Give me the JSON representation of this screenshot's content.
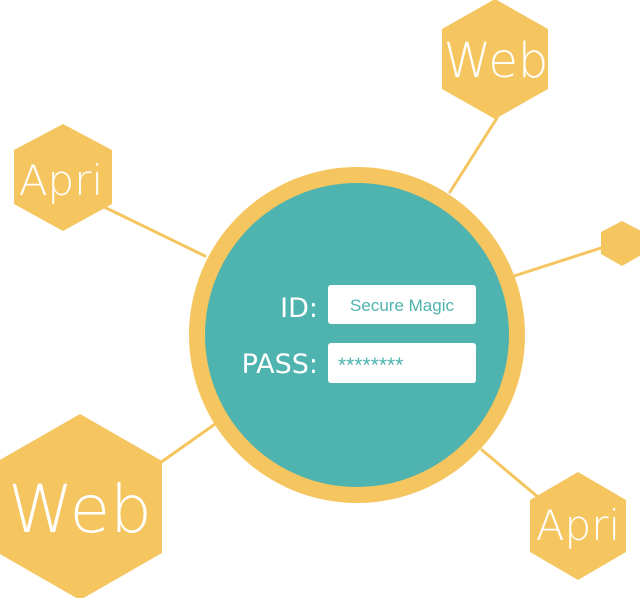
{
  "colors": {
    "hexagon": "#f5c55f",
    "connector": "#f5c55f",
    "ring": "#f5c55f",
    "disc": "#4fb3af",
    "field_bg": "#ffffff",
    "field_text": "#4fb3af",
    "label_text": "#ffffff"
  },
  "login": {
    "id_label": "ID:",
    "id_value": "Secure Magic",
    "pass_label": "PASS:",
    "pass_value": "********"
  },
  "nodes": {
    "top_right": {
      "label": "Web"
    },
    "left": {
      "label": "Apri"
    },
    "small_right": {
      "label": ""
    },
    "bottom_left": {
      "label": "Web"
    },
    "bottom_right": {
      "label": "Apri"
    }
  }
}
